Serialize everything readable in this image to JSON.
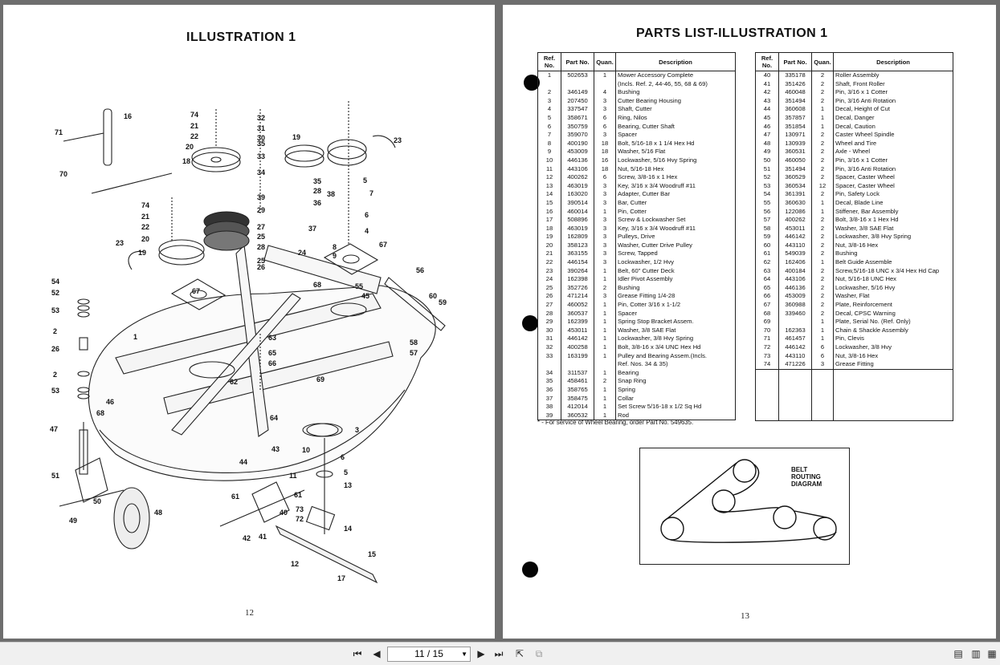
{
  "left_page": {
    "title": "ILLUSTRATION 1",
    "page_number": "12",
    "callouts": [
      "74",
      "21",
      "22",
      "20",
      "16",
      "71",
      "70",
      "18",
      "19",
      "23",
      "74",
      "21",
      "22",
      "20",
      "19",
      "32",
      "31",
      "30",
      "33",
      "35",
      "34",
      "39",
      "29",
      "27",
      "25",
      "26",
      "28",
      "35",
      "36",
      "37",
      "38",
      "5",
      "7",
      "6",
      "4",
      "67",
      "8",
      "9",
      "24",
      "25",
      "54",
      "52",
      "53",
      "2",
      "26",
      "2",
      "53",
      "1",
      "67",
      "47",
      "46",
      "68",
      "51",
      "49",
      "50",
      "48",
      "63",
      "65",
      "66",
      "62",
      "64",
      "69",
      "68",
      "55",
      "45",
      "56",
      "60",
      "59",
      "58",
      "57",
      "43",
      "10",
      "11",
      "6",
      "5",
      "13",
      "3",
      "44",
      "61",
      "40",
      "61",
      "41",
      "42",
      "73",
      "72",
      "14",
      "12",
      "15",
      "17"
    ]
  },
  "right_page": {
    "title": "PARTS LIST-ILLUSTRATION 1",
    "page_number": "13",
    "columns": [
      "Ref. No.",
      "Part No.",
      "Quan.",
      "Description"
    ],
    "table_left": [
      [
        "1",
        "502653",
        "1",
        "Mower Accessory Complete"
      ],
      [
        "",
        "",
        "",
        "(Incls. Ref. 2, 44-46, 55, 68 & 69)"
      ],
      [
        "2",
        "346149",
        "4",
        "Bushing"
      ],
      [
        "3",
        "207450",
        "3",
        "Cutter Bearing Housing"
      ],
      [
        "4",
        "337547",
        "3",
        "Shaft, Cutter"
      ],
      [
        "5",
        "358671",
        "6",
        "Ring, Nilos"
      ],
      [
        "6",
        "350759",
        "6",
        "Bearing, Cutter Shaft"
      ],
      [
        "7",
        "359070",
        "3",
        "Spacer"
      ],
      [
        "8",
        "400190",
        "18",
        "Bolt, 5/16-18 x 1 1/4 Hex Hd"
      ],
      [
        "9",
        "453009",
        "18",
        "Washer, 5/16 Flat"
      ],
      [
        "10",
        "446136",
        "16",
        "Lockwasher, 5/16 Hvy Spring"
      ],
      [
        "11",
        "443106",
        "18",
        "Nut, 5/16-18 Hex"
      ],
      [
        "12",
        "400262",
        "6",
        "Screw, 3/8-16 x 1 Hex"
      ],
      [
        "13",
        "463019",
        "3",
        "Key, 3/16 x 3/4 Woodruff #11"
      ],
      [
        "14",
        "163020",
        "3",
        "Adapter, Cutter Bar"
      ],
      [
        "15",
        "390514",
        "3",
        "Bar, Cutter"
      ],
      [
        "16",
        "460014",
        "1",
        "Pin, Cotter"
      ],
      [
        "17",
        "508896",
        "3",
        "Screw & Lockwasher Set"
      ],
      [
        "18",
        "463019",
        "3",
        "Key, 3/16 x 3/4 Woodruff #11"
      ],
      [
        "19",
        "162809",
        "3",
        "Pulleys, Drive"
      ],
      [
        "20",
        "358123",
        "3",
        "Washer, Cutter Drive Pulley"
      ],
      [
        "21",
        "363155",
        "3",
        "Screw, Tapped"
      ],
      [
        "22",
        "446154",
        "3",
        "Lockwasher, 1/2 Hvy"
      ],
      [
        "23",
        "390264",
        "1",
        "Belt, 60\" Cutter Deck"
      ],
      [
        "24",
        "162398",
        "1",
        "Idler Pivot Assembly"
      ],
      [
        "25",
        "352726",
        "2",
        "Bushing"
      ],
      [
        "26",
        "471214",
        "3",
        "Grease Fitting 1/4-28"
      ],
      [
        "27",
        "460052",
        "1",
        "Pin, Cotter 3/16 x 1-1/2"
      ],
      [
        "28",
        "360537",
        "1",
        "Spacer"
      ],
      [
        "29",
        "162399",
        "1",
        "Spring Stop Bracket Assem."
      ],
      [
        "30",
        "453011",
        "1",
        "Washer, 3/8 SAE Flat"
      ],
      [
        "31",
        "446142",
        "1",
        "Lockwasher, 3/8 Hvy Spring"
      ],
      [
        "32",
        "400258",
        "1",
        "Bolt, 3/8-16 x 3/4 UNC Hex Hd"
      ],
      [
        "33",
        "163199",
        "1",
        "Pulley and Bearing Assem.(Incls."
      ],
      [
        "",
        "",
        "",
        "Ref. Nos. 34 & 35)"
      ],
      [
        "34",
        "311537",
        "1",
        "Bearing"
      ],
      [
        "35",
        "458461",
        "2",
        "Snap Ring"
      ],
      [
        "36",
        "358765",
        "1",
        "Spring"
      ],
      [
        "37",
        "358475",
        "1",
        "Collar"
      ],
      [
        "38",
        "412014",
        "1",
        "Set Screw 5/16-18 x 1/2 Sq Hd"
      ],
      [
        "39",
        "360532",
        "1",
        "Rod"
      ]
    ],
    "table_right": [
      [
        "40",
        "335178",
        "2",
        "Roller Assembly"
      ],
      [
        "41",
        "351426",
        "2",
        "Shaft, Front Roller"
      ],
      [
        "42",
        "460048",
        "2",
        "Pin, 3/16 x 1 Cotter"
      ],
      [
        "43",
        "351494",
        "2",
        "Pin, 3/16 Anti Rotation"
      ],
      [
        "44",
        "360608",
        "1",
        "Decal, Height of Cut"
      ],
      [
        "45",
        "357857",
        "1",
        "Decal, Danger"
      ],
      [
        "46",
        "351854",
        "1",
        "Decal, Caution"
      ],
      [
        "47",
        "130971",
        "2",
        "Caster Wheel Spindle"
      ],
      [
        "48",
        "130939",
        "2",
        "Wheel and Tire"
      ],
      [
        "49",
        "360531",
        "2",
        "Axle - Wheel"
      ],
      [
        "50",
        "460050",
        "2",
        "Pin, 3/16 x 1 Cotter"
      ],
      [
        "51",
        "351494",
        "2",
        "Pin, 3/16 Anti Rotation"
      ],
      [
        "52",
        "360529",
        "2",
        "Spacer, Caster Wheel"
      ],
      [
        "53",
        "360534",
        "12",
        "Spacer, Caster Wheel"
      ],
      [
        "54",
        "361391",
        "2",
        "Pin, Safety Lock"
      ],
      [
        "55",
        "360630",
        "1",
        "Decal, Blade Line"
      ],
      [
        "56",
        "122086",
        "1",
        "Stiffener, Bar Assembly"
      ],
      [
        "57",
        "400262",
        "2",
        "Bolt, 3/8-16 x 1 Hex Hd"
      ],
      [
        "58",
        "453011",
        "2",
        "Washer, 3/8 SAE Flat"
      ],
      [
        "59",
        "446142",
        "2",
        "Lockwasher, 3/8 Hvy Spring"
      ],
      [
        "60",
        "443110",
        "2",
        "Nut, 3/8-16 Hex"
      ],
      [
        "61",
        "549039",
        "2",
        "Bushing"
      ],
      [
        "62",
        "162406",
        "1",
        "Belt Guide Assemble"
      ],
      [
        "63",
        "400184",
        "2",
        "Screw,5/16-18 UNC x 3/4 Hex Hd Cap"
      ],
      [
        "64",
        "443106",
        "2",
        "Nut, 5/16-18 UNC Hex"
      ],
      [
        "65",
        "446136",
        "2",
        "Lockwasher, 5/16 Hvy"
      ],
      [
        "66",
        "453009",
        "2",
        "Washer, Flat"
      ],
      [
        "67",
        "360988",
        "2",
        "Plate, Reinforcement"
      ],
      [
        "68",
        "339460",
        "2",
        "Decal, CPSC Warning"
      ],
      [
        "69",
        "",
        "1",
        "Plate, Serial No. (Ref. Only)"
      ],
      [
        "70",
        "162363",
        "1",
        "Chain & Shackle Assembly"
      ],
      [
        "71",
        "461457",
        "1",
        "Pin, Clevis"
      ],
      [
        "72",
        "446142",
        "6",
        "Lockwasher, 3/8 Hvy"
      ],
      [
        "73",
        "443110",
        "6",
        "Nut, 3/8-16 Hex"
      ],
      [
        "74",
        "471226",
        "3",
        "Grease Fitting"
      ]
    ],
    "footnote": "* - For service of Wheel Bearing, order Part No. 549635.",
    "belt_diagram_label": [
      "BELT",
      "ROUTING",
      "DIAGRAM"
    ]
  },
  "toolbar": {
    "page_indicator": "11 / 15"
  }
}
